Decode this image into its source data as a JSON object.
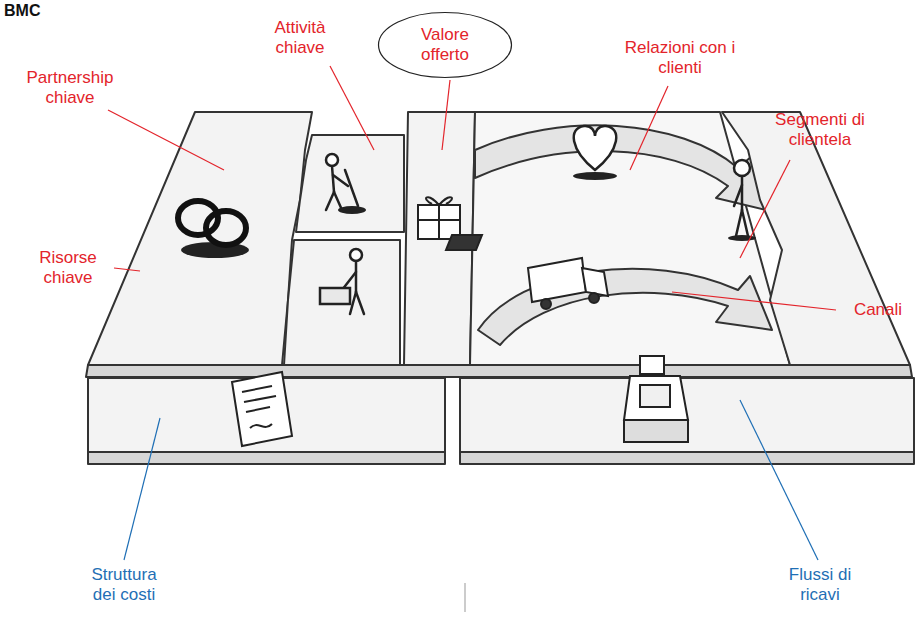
{
  "diagram": {
    "title": "BMC",
    "nodes": [
      {
        "text": [
          "Valore offerto"
        ]
      }
    ],
    "labels": [
      "Attività chiave",
      "Partnership chiave",
      "Relazioni con i clienti",
      "Segmenti di clientela",
      "Risorse chiave",
      "Canali",
      "Struttura dei costi",
      "Flussi di ricavi"
    ]
  }
}
